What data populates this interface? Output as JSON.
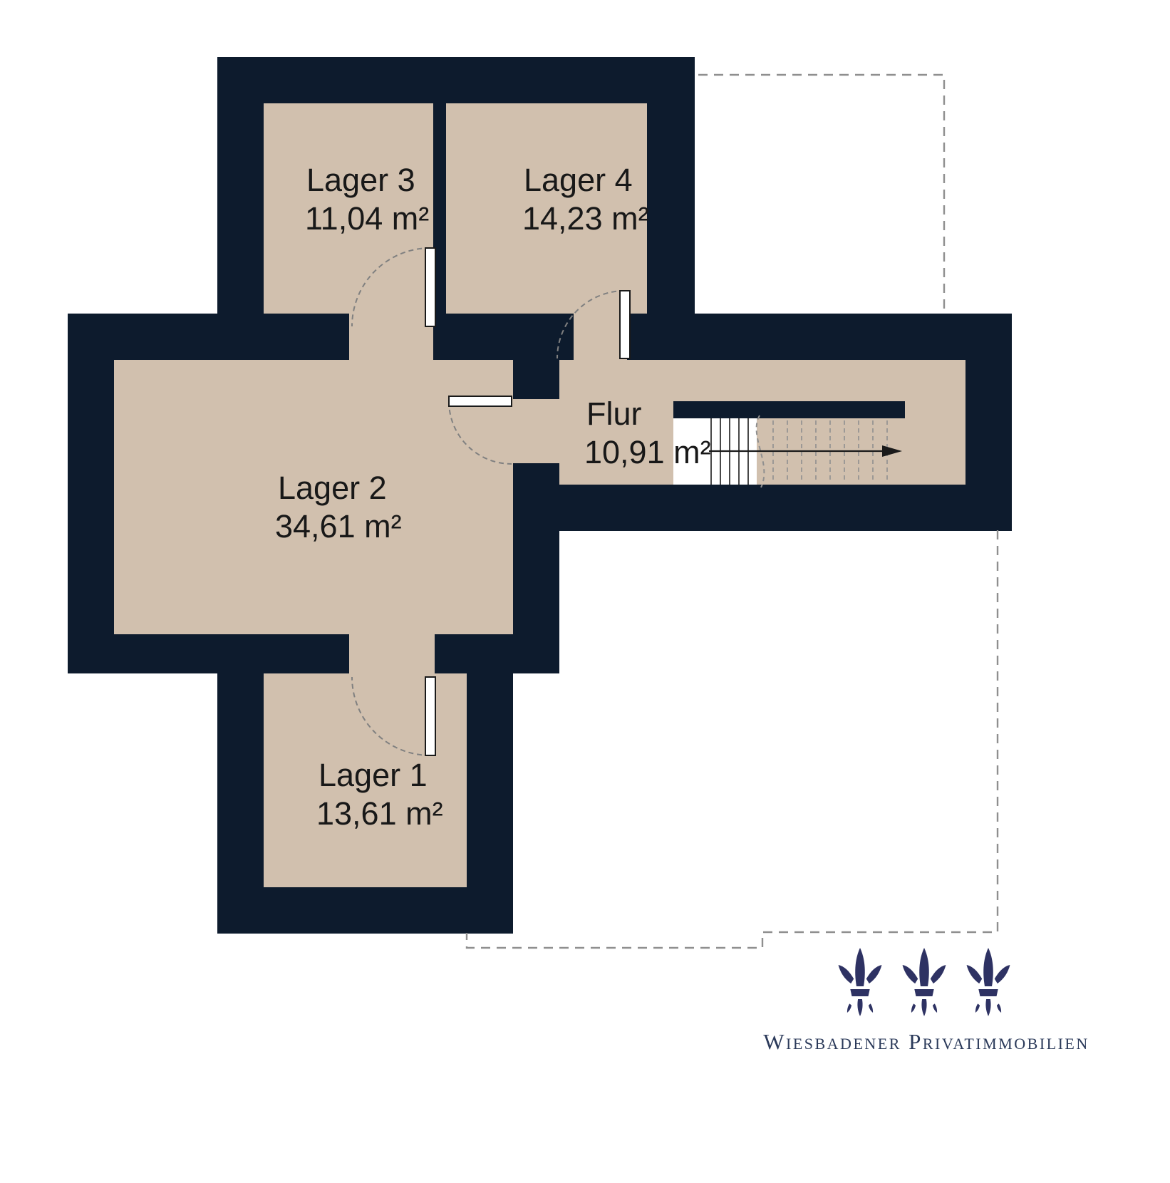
{
  "plan": {
    "rooms": [
      {
        "name": "Lager 3",
        "area": "11,04 m²"
      },
      {
        "name": "Lager 4",
        "area": "14,23 m²"
      },
      {
        "name": "Lager 2",
        "area": "34,61 m²"
      },
      {
        "name": "Flur",
        "area": "10,91 m²"
      },
      {
        "name": "Lager 1",
        "area": "13,61 m²"
      }
    ],
    "stairs": {
      "direction_icon": "arrow-right-icon"
    }
  },
  "branding": {
    "agency": "Wiesbadener Privatimmobilien",
    "icon": "fleur-de-lis-icon"
  },
  "colors": {
    "wall": "#0d1b2d",
    "floor": "#d1c0ae",
    "dashed_outline": "#8f8f8f",
    "logo": "#2e3263",
    "logo_text": "#2b3a5a"
  }
}
